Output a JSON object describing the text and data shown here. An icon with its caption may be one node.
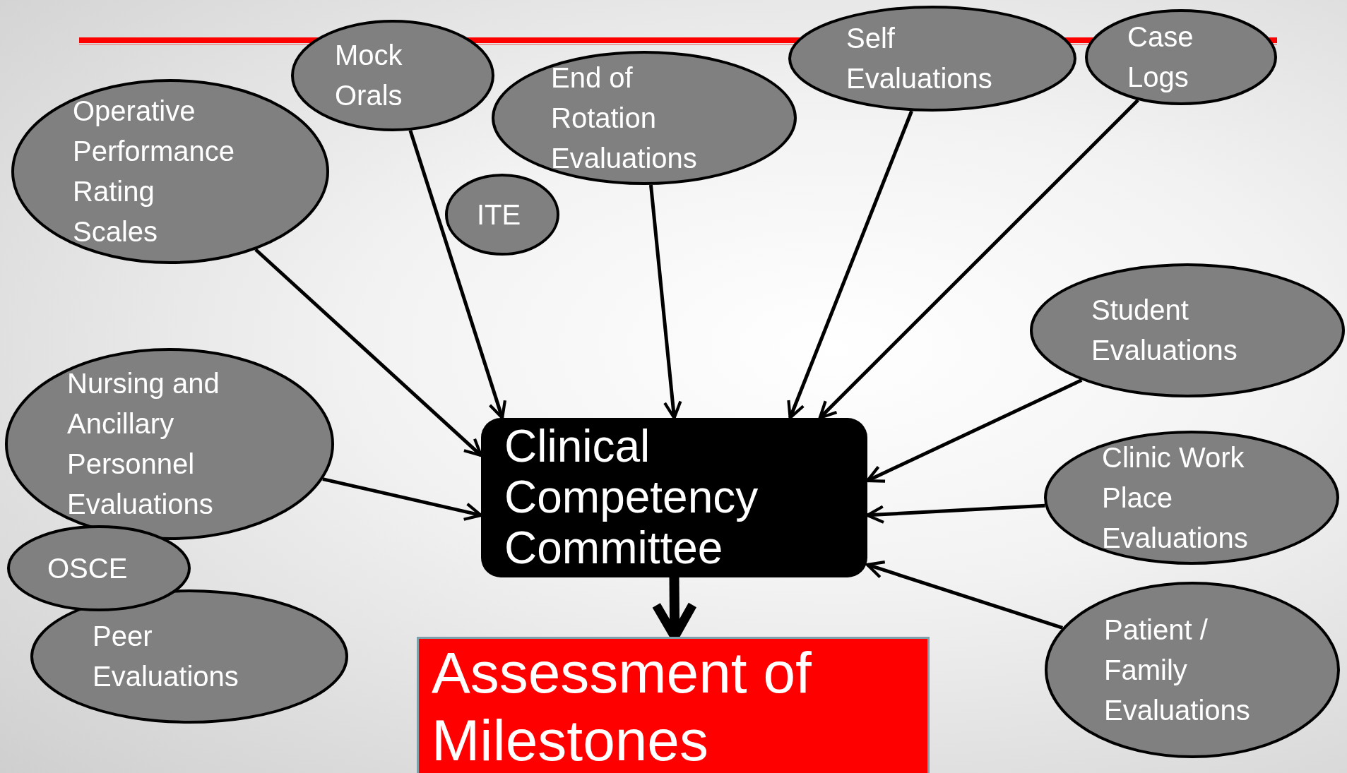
{
  "diagram": {
    "nodes": [
      {
        "text": [
          "Operative Performance Rating Scales"
        ]
      },
      {
        "text": [
          "Mock Orals"
        ]
      },
      {
        "text": [
          "End of Rotation Evaluations"
        ]
      },
      {
        "text": [
          "ITE"
        ]
      },
      {
        "text": [
          "Self Evaluations"
        ]
      },
      {
        "text": [
          "Case Logs"
        ]
      },
      {
        "text": [
          "Student Evaluations"
        ]
      },
      {
        "text": [
          "Nursing and Ancillary Personnel Evaluations"
        ]
      },
      {
        "text": [
          "Clinic Work Place Evaluations"
        ]
      },
      {
        "text": [
          "OSCE"
        ]
      },
      {
        "text": [
          "Peer Evaluations"
        ]
      },
      {
        "text": [
          "Patient / Family Evaluations"
        ]
      },
      {
        "text": [
          "Clinical Competency Committee"
        ]
      },
      {
        "text": [
          "Assessment of Milestones"
        ]
      }
    ],
    "edges": [
      {
        "from": 0,
        "to": 12,
        "arrow": "to"
      },
      {
        "from": 1,
        "to": 12,
        "arrow": "to"
      },
      {
        "from": 2,
        "to": 12,
        "arrow": "to"
      },
      {
        "from": 4,
        "to": 12,
        "arrow": "to"
      },
      {
        "from": 5,
        "to": 12,
        "arrow": "to"
      },
      {
        "from": 6,
        "to": 12,
        "arrow": "to"
      },
      {
        "from": 7,
        "to": 12,
        "arrow": "to"
      },
      {
        "from": 8,
        "to": 12,
        "arrow": "to"
      },
      {
        "from": 11,
        "to": 12,
        "arrow": "to"
      },
      {
        "from": 12,
        "to": 13,
        "arrow": "to",
        "style": "thick"
      }
    ]
  }
}
